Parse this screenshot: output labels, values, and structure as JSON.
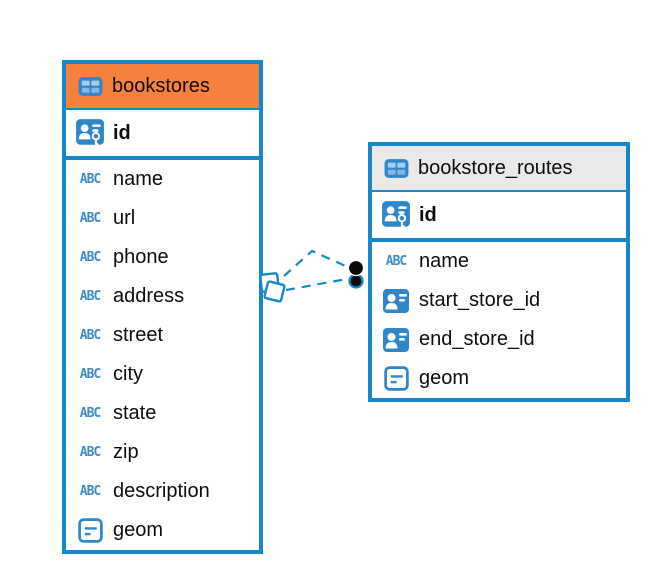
{
  "diagram": {
    "colors": {
      "accent_blue": "#1787cb",
      "selected_header_orange": "#f6813e",
      "normal_header_gray": "#e9e9e9",
      "icon_blue": "#2f86c9",
      "text_black": "#0d0d0d"
    },
    "icons": {
      "text_glyph": "ABC"
    },
    "tables": [
      {
        "name": "bookstores",
        "header_bg": "#f6813e",
        "key_columns": [
          {
            "name": "id",
            "icon": "primary-key"
          }
        ],
        "columns": [
          {
            "name": "name",
            "icon": "text"
          },
          {
            "name": "url",
            "icon": "text"
          },
          {
            "name": "phone",
            "icon": "text"
          },
          {
            "name": "address",
            "icon": "text"
          },
          {
            "name": "street",
            "icon": "text"
          },
          {
            "name": "city",
            "icon": "text"
          },
          {
            "name": "state",
            "icon": "text"
          },
          {
            "name": "zip",
            "icon": "text"
          },
          {
            "name": "description",
            "icon": "text"
          },
          {
            "name": "geom",
            "icon": "geometry"
          }
        ]
      },
      {
        "name": "bookstore_routes",
        "header_bg": "#e9e9e9",
        "key_columns": [
          {
            "name": "id",
            "icon": "primary-key"
          }
        ],
        "columns": [
          {
            "name": "name",
            "icon": "text"
          },
          {
            "name": "start_store_id",
            "icon": "foreign-key"
          },
          {
            "name": "end_store_id",
            "icon": "foreign-key"
          },
          {
            "name": "geom",
            "icon": "geometry"
          }
        ]
      }
    ],
    "connector": {
      "style": "dashed",
      "line_count": 2,
      "from_table": "bookstores",
      "to_table": "bookstore_routes"
    }
  }
}
